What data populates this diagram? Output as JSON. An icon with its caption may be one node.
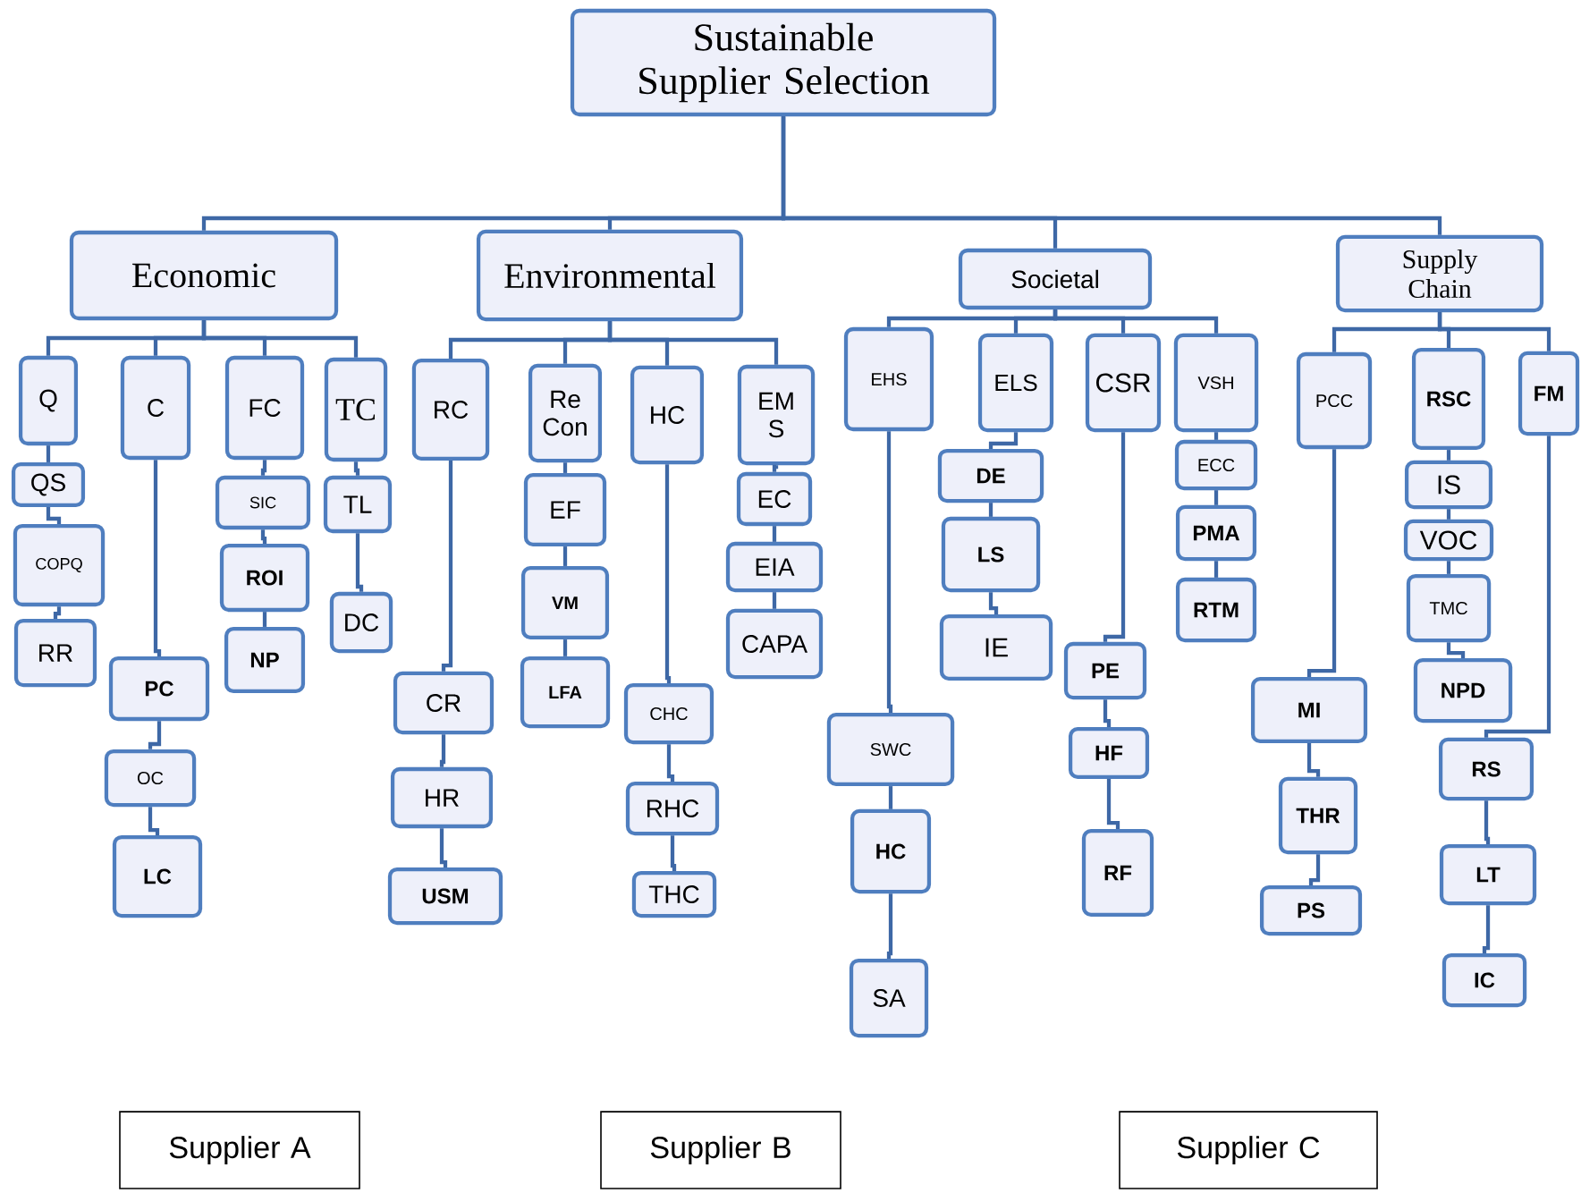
{
  "diagram": {
    "nodes": [
      {
        "text": [
          "Sustainable Supplier Selection"
        ]
      },
      {
        "text": [
          "Economic"
        ]
      },
      {
        "text": [
          "Environmental"
        ]
      },
      {
        "text": [
          "Societal"
        ]
      },
      {
        "text": [
          "Supply Chain"
        ]
      },
      {
        "text": [
          "Q"
        ]
      },
      {
        "text": [
          "QS"
        ]
      },
      {
        "text": [
          "COPQ"
        ]
      },
      {
        "text": [
          "RR"
        ]
      },
      {
        "text": [
          "C"
        ]
      },
      {
        "text": [
          "PC"
        ]
      },
      {
        "text": [
          "OC"
        ]
      },
      {
        "text": [
          "LC"
        ]
      },
      {
        "text": [
          "FC"
        ]
      },
      {
        "text": [
          "SIC"
        ]
      },
      {
        "text": [
          "ROI"
        ]
      },
      {
        "text": [
          "NP"
        ]
      },
      {
        "text": [
          "TC"
        ]
      },
      {
        "text": [
          "TL"
        ]
      },
      {
        "text": [
          "DC"
        ]
      },
      {
        "text": [
          "RC"
        ]
      },
      {
        "text": [
          "CR"
        ]
      },
      {
        "text": [
          "HR"
        ]
      },
      {
        "text": [
          "USM"
        ]
      },
      {
        "text": [
          "Re Con"
        ]
      },
      {
        "text": [
          "EF"
        ]
      },
      {
        "text": [
          "VM"
        ]
      },
      {
        "text": [
          "LFA"
        ]
      },
      {
        "text": [
          "HC"
        ]
      },
      {
        "text": [
          "CHC"
        ]
      },
      {
        "text": [
          "RHC"
        ]
      },
      {
        "text": [
          "THC"
        ]
      },
      {
        "text": [
          "EM S"
        ]
      },
      {
        "text": [
          "EC"
        ]
      },
      {
        "text": [
          "EIA"
        ]
      },
      {
        "text": [
          "CAPA"
        ]
      },
      {
        "text": [
          "EHS"
        ]
      },
      {
        "text": [
          "SWC"
        ]
      },
      {
        "text": [
          "HC"
        ]
      },
      {
        "text": [
          "SA"
        ]
      },
      {
        "text": [
          "ELS"
        ]
      },
      {
        "text": [
          "DE"
        ]
      },
      {
        "text": [
          "LS"
        ]
      },
      {
        "text": [
          "IE"
        ]
      },
      {
        "text": [
          "CSR"
        ]
      },
      {
        "text": [
          "PE"
        ]
      },
      {
        "text": [
          "HF"
        ]
      },
      {
        "text": [
          "RF"
        ]
      },
      {
        "text": [
          "VSH"
        ]
      },
      {
        "text": [
          "ECC"
        ]
      },
      {
        "text": [
          "PMA"
        ]
      },
      {
        "text": [
          "RTM"
        ]
      },
      {
        "text": [
          "PCC"
        ]
      },
      {
        "text": [
          "MI"
        ]
      },
      {
        "text": [
          "THR"
        ]
      },
      {
        "text": [
          "PS"
        ]
      },
      {
        "text": [
          "RSC"
        ]
      },
      {
        "text": [
          "IS"
        ]
      },
      {
        "text": [
          "VOC"
        ]
      },
      {
        "text": [
          "TMC"
        ]
      },
      {
        "text": [
          "NPD"
        ]
      },
      {
        "text": [
          "FM"
        ]
      },
      {
        "text": [
          "RS"
        ]
      },
      {
        "text": [
          "LT"
        ]
      },
      {
        "text": [
          "IC"
        ]
      },
      {
        "text": [
          "Supplier A"
        ]
      },
      {
        "text": [
          "Supplier B"
        ]
      },
      {
        "text": [
          "Supplier C"
        ]
      }
    ],
    "edges": [
      {
        "from": 0,
        "to": 1,
        "arrow": "none"
      },
      {
        "from": 0,
        "to": 2,
        "arrow": "none"
      },
      {
        "from": 0,
        "to": 3,
        "arrow": "none"
      },
      {
        "from": 0,
        "to": 4,
        "arrow": "none"
      },
      {
        "from": 1,
        "to": 5,
        "arrow": "none"
      },
      {
        "from": 1,
        "to": 9,
        "arrow": "none"
      },
      {
        "from": 1,
        "to": 13,
        "arrow": "none"
      },
      {
        "from": 1,
        "to": 17,
        "arrow": "none"
      },
      {
        "from": 2,
        "to": 20,
        "arrow": "none"
      },
      {
        "from": 2,
        "to": 24,
        "arrow": "none"
      },
      {
        "from": 2,
        "to": 28,
        "arrow": "none"
      },
      {
        "from": 2,
        "to": 32,
        "arrow": "none"
      },
      {
        "from": 3,
        "to": 36,
        "arrow": "none"
      },
      {
        "from": 3,
        "to": 40,
        "arrow": "none"
      },
      {
        "from": 3,
        "to": 44,
        "arrow": "none"
      },
      {
        "from": 3,
        "to": 48,
        "arrow": "none"
      },
      {
        "from": 4,
        "to": 52,
        "arrow": "none"
      },
      {
        "from": 4,
        "to": 56,
        "arrow": "none"
      },
      {
        "from": 4,
        "to": 61,
        "arrow": "none"
      },
      {
        "from": 5,
        "to": 6,
        "arrow": "none"
      },
      {
        "from": 6,
        "to": 7,
        "arrow": "none"
      },
      {
        "from": 7,
        "to": 8,
        "arrow": "none"
      },
      {
        "from": 9,
        "to": 10,
        "arrow": "none"
      },
      {
        "from": 10,
        "to": 11,
        "arrow": "none"
      },
      {
        "from": 11,
        "to": 12,
        "arrow": "none"
      },
      {
        "from": 13,
        "to": 14,
        "arrow": "none"
      },
      {
        "from": 14,
        "to": 15,
        "arrow": "none"
      },
      {
        "from": 15,
        "to": 16,
        "arrow": "none"
      },
      {
        "from": 17,
        "to": 18,
        "arrow": "none"
      },
      {
        "from": 18,
        "to": 19,
        "arrow": "none"
      },
      {
        "from": 20,
        "to": 21,
        "arrow": "none"
      },
      {
        "from": 21,
        "to": 22,
        "arrow": "none"
      },
      {
        "from": 22,
        "to": 23,
        "arrow": "none"
      },
      {
        "from": 24,
        "to": 25,
        "arrow": "none"
      },
      {
        "from": 25,
        "to": 26,
        "arrow": "none"
      },
      {
        "from": 26,
        "to": 27,
        "arrow": "none"
      },
      {
        "from": 28,
        "to": 29,
        "arrow": "none"
      },
      {
        "from": 29,
        "to": 30,
        "arrow": "none"
      },
      {
        "from": 30,
        "to": 31,
        "arrow": "none"
      },
      {
        "from": 32,
        "to": 33,
        "arrow": "none"
      },
      {
        "from": 33,
        "to": 34,
        "arrow": "none"
      },
      {
        "from": 34,
        "to": 35,
        "arrow": "none"
      },
      {
        "from": 36,
        "to": 37,
        "arrow": "none"
      },
      {
        "from": 37,
        "to": 38,
        "arrow": "none"
      },
      {
        "from": 38,
        "to": 39,
        "arrow": "none"
      },
      {
        "from": 40,
        "to": 41,
        "arrow": "none"
      },
      {
        "from": 41,
        "to": 42,
        "arrow": "none"
      },
      {
        "from": 42,
        "to": 43,
        "arrow": "none"
      },
      {
        "from": 44,
        "to": 45,
        "arrow": "none"
      },
      {
        "from": 45,
        "to": 46,
        "arrow": "none"
      },
      {
        "from": 46,
        "to": 47,
        "arrow": "none"
      },
      {
        "from": 48,
        "to": 49,
        "arrow": "none"
      },
      {
        "from": 49,
        "to": 50,
        "arrow": "none"
      },
      {
        "from": 50,
        "to": 51,
        "arrow": "none"
      },
      {
        "from": 52,
        "to": 53,
        "arrow": "none"
      },
      {
        "from": 53,
        "to": 54,
        "arrow": "none"
      },
      {
        "from": 54,
        "to": 55,
        "arrow": "none"
      },
      {
        "from": 56,
        "to": 57,
        "arrow": "none"
      },
      {
        "from": 57,
        "to": 58,
        "arrow": "none"
      },
      {
        "from": 58,
        "to": 59,
        "arrow": "none"
      },
      {
        "from": 59,
        "to": 60,
        "arrow": "none"
      },
      {
        "from": 61,
        "to": 62,
        "arrow": "none"
      },
      {
        "from": 62,
        "to": 63,
        "arrow": "none"
      },
      {
        "from": 63,
        "to": 64,
        "arrow": "none"
      }
    ]
  }
}
